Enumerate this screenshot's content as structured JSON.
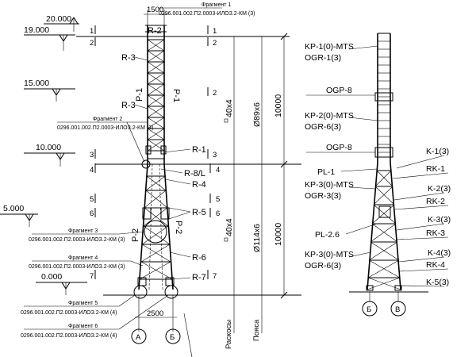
{
  "elevations": {
    "el_20000": "20.000",
    "el_19000": "19.000",
    "el_15000": "15.000",
    "el_10000": "10.000",
    "el_5000": "5.000",
    "el_0000": "0.000"
  },
  "section_marks": {
    "m1": "1",
    "m2": "2",
    "m3": "3",
    "m4": "4",
    "m5": "5",
    "m6": "6",
    "m7": "7"
  },
  "dimensions": {
    "width_top": "1500",
    "width_base": "2500",
    "height_upper": "10000",
    "height_lower": "10000",
    "diam_upper": "Ø89x6",
    "diam_lower": "Ø114x6",
    "angle_upper": "40x4",
    "angle_lower": "40x4"
  },
  "vertical_labels": {
    "braces": "Раскосы",
    "chords": "Пояса"
  },
  "fragments": {
    "f1_title": "Фрагмент 1",
    "f1_code": "0296.001.002.П2.0003-ИЛОЗ.2-КМ (3)",
    "f2_title": "Фрагмент 2",
    "f2_code": "0296.001.002.П2.0003-ИЛОЗ.2-КМ (3)",
    "f3_title": "Фрагмент 3",
    "f3_code": "0296.001.002.П2.0003-ИЛОЗ.2-КМ (3)",
    "f4_title": "Фрагмент 4",
    "f4_code": "0296.001.002.П2.0003-ИЛОЗ.2-КМ (3)",
    "f5_title": "Фрагмент 5",
    "f5_code": "0296.001.002.П2.0003-ИЛОЗ.2-КМ (4)",
    "f6_title": "Фрагмент 6",
    "f6_code": "0296.001.002.П2.0003-ИЛОЗ.2-КМ (4)"
  },
  "left_tower_marks": {
    "r2": "R-2",
    "r3a": "R-3",
    "r3b": "R-3",
    "p1a": "P-1",
    "p1b": "P-1",
    "r1": "R-1",
    "r8l": "R-8/L",
    "r4": "R-4",
    "r5": "R-5",
    "p2a": "P-2",
    "p2b": "P-2",
    "r6": "R-6",
    "r7": "R-7"
  },
  "axes": {
    "a": "А",
    "b": "Б",
    "b_right": "Б",
    "v_right": "В"
  },
  "right_tower_marks": {
    "kp1": "KP-1(0)-MTS",
    "ogr1": "OGR-1(3)",
    "ogp8a": "OGP-8",
    "kp2": "KP-2(0)-MTS",
    "ogr6a": "OGR-6(3)",
    "ogp8b": "OGP-8",
    "pl1": "PL-1",
    "kp3a": "KP-3(0)-MTS",
    "ogr3": "OGR-3(3)",
    "pl26": "PL-2.6",
    "kp3b": "KP-3(0)-MTS",
    "ogr6b": "OGR-6(3)",
    "k1": "K-1(3)",
    "rk1": "RK-1",
    "k2": "K-2(3)",
    "rk2": "RK-2",
    "k3": "K-3(3)",
    "rk3": "RK-3",
    "k4": "K-4(3)",
    "rk4": "RK-4",
    "k5": "K-5(3)"
  }
}
